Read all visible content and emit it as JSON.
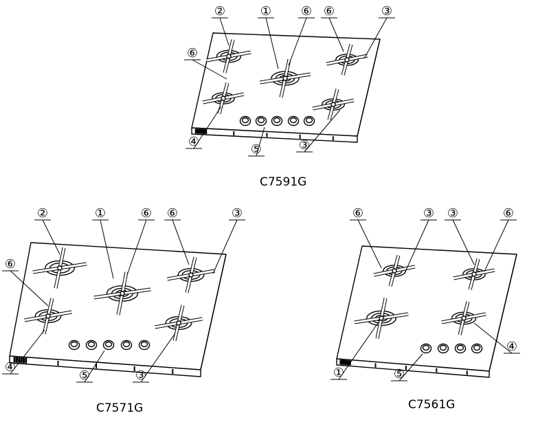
{
  "diagrams": [
    {
      "model": "C7591G",
      "callouts": [
        {
          "label": "②"
        },
        {
          "label": "①"
        },
        {
          "label": "⑥"
        },
        {
          "label": "⑥"
        },
        {
          "label": "③"
        },
        {
          "label": "⑥"
        },
        {
          "label": "④"
        },
        {
          "label": "⑤"
        },
        {
          "label": "③"
        }
      ]
    },
    {
      "model": "C7571G",
      "callouts": [
        {
          "label": "②"
        },
        {
          "label": "①"
        },
        {
          "label": "⑥"
        },
        {
          "label": "⑥"
        },
        {
          "label": "③"
        },
        {
          "label": "⑥"
        },
        {
          "label": "④"
        },
        {
          "label": "⑤"
        },
        {
          "label": "③"
        }
      ]
    },
    {
      "model": "C7561G",
      "callouts": [
        {
          "label": "⑥"
        },
        {
          "label": "③"
        },
        {
          "label": "③"
        },
        {
          "label": "⑥"
        },
        {
          "label": "④"
        },
        {
          "label": "①"
        },
        {
          "label": "⑤"
        }
      ]
    }
  ]
}
